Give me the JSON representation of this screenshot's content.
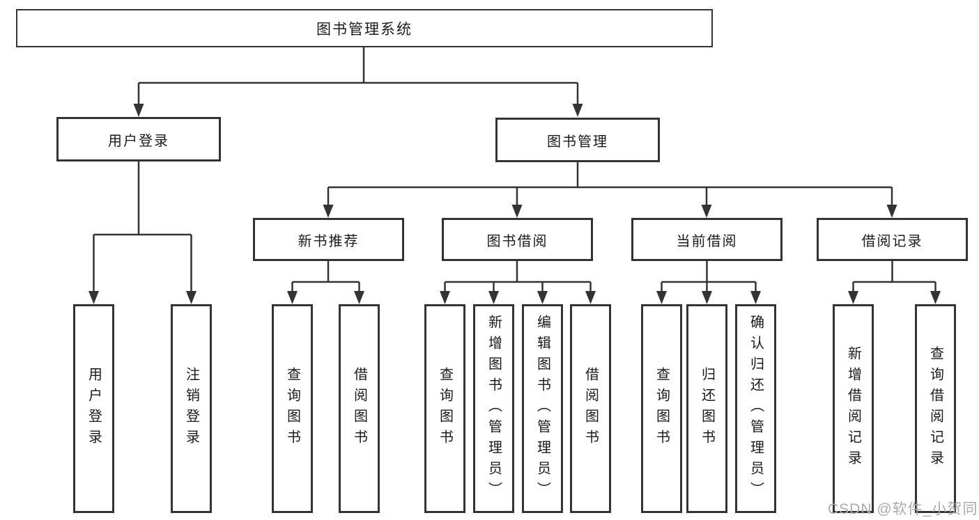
{
  "diagram": {
    "root": {
      "label": "图书管理系统"
    },
    "children": [
      {
        "label": "用户登录",
        "leaves": [
          {
            "label": "用户登录"
          },
          {
            "label": "注销登录"
          }
        ]
      },
      {
        "label": "图书管理",
        "children": [
          {
            "label": "新书推荐",
            "leaves": [
              {
                "label": "查询图书"
              },
              {
                "label": "借阅图书"
              }
            ]
          },
          {
            "label": "图书借阅",
            "leaves": [
              {
                "label": "查询图书"
              },
              {
                "label": "新增图书（管理员）"
              },
              {
                "label": "编辑图书（管理员）"
              },
              {
                "label": "借阅图书"
              }
            ]
          },
          {
            "label": "当前借阅",
            "leaves": [
              {
                "label": "查询图书"
              },
              {
                "label": "归还图书"
              },
              {
                "label": "确认归还（管理员）"
              }
            ]
          },
          {
            "label": "借阅记录",
            "leaves": [
              {
                "label": "新增借阅记录"
              },
              {
                "label": "查询借阅记录"
              }
            ]
          }
        ]
      }
    ]
  },
  "watermark": {
    "text": "CSDN @软件_小贺同学"
  },
  "colors": {
    "line": "#333333",
    "box_border": "#333333",
    "text": "#1a1a1a",
    "watermark": "#ababab",
    "background": "#ffffff"
  }
}
